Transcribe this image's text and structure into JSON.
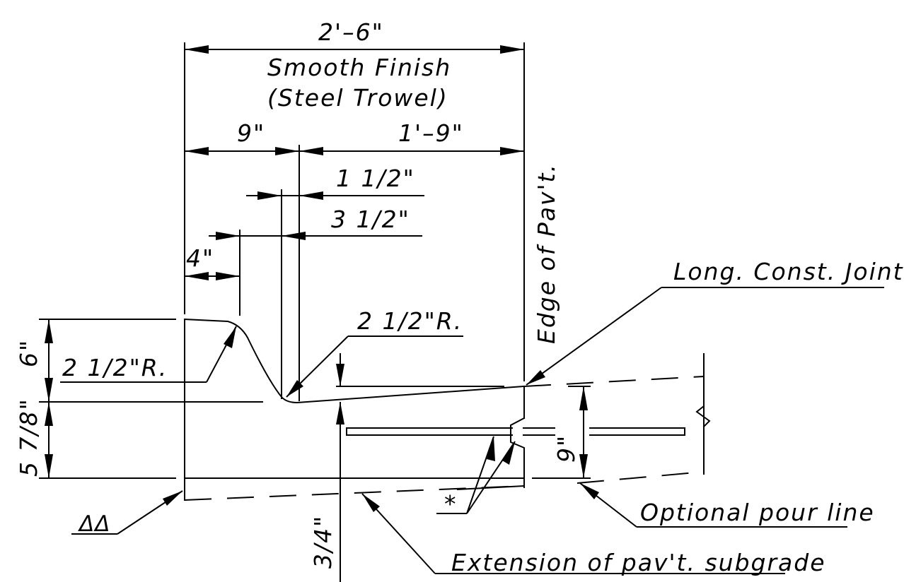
{
  "diagram": {
    "dimensions": {
      "overall_width": "2'–6\"",
      "left_width": "9\"",
      "right_width": "1'–9\"",
      "offset_a": "1 1/2\"",
      "offset_b": "3 1/2\"",
      "offset_c": "4\"",
      "curb_height": "6\"",
      "slab_depth": "5 7/8\"",
      "pavement_depth": "9\"",
      "slope_drop": "3/4\""
    },
    "labels": {
      "finish_line1": "Smooth Finish",
      "finish_line2": "(Steel Trowel)",
      "radius_left": "2 1/2\"R.",
      "radius_right": "2 1/2\"R.",
      "edge_of_pavement": "Edge of Pav't.",
      "long_joint": "Long. Const. Joint",
      "optional_pour": "Optional pour line",
      "subgrade": "Extension of pav't. subgrade",
      "delta_symbol": "ΔΔ",
      "asterisk": "*"
    }
  }
}
